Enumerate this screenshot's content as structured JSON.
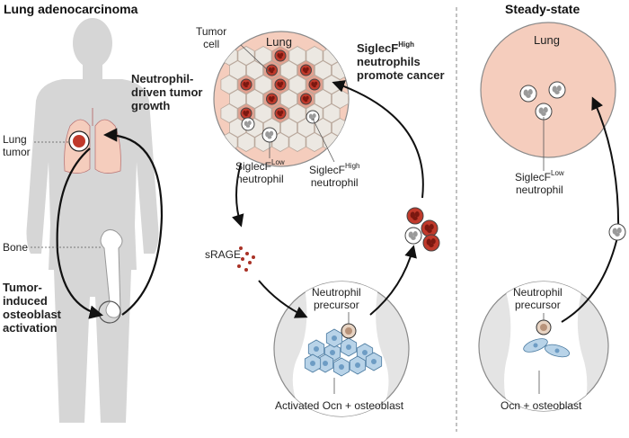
{
  "titles": {
    "left": "Lung adenocarcinoma",
    "right": "Steady-state"
  },
  "labels": {
    "lung_top": "Lung",
    "lung_right": "Lung",
    "tumor_cell": [
      "Tumor",
      "cell"
    ],
    "siglec_high_title": [
      "SiglecF",
      "High",
      "neutrophils",
      "promote cancer"
    ],
    "neutrophil_driven": [
      "Neutrophil-",
      "driven tumor",
      "growth"
    ],
    "lung_tumor": [
      "Lung",
      "tumor"
    ],
    "bone": "Bone",
    "tumor_induced": [
      "Tumor-",
      "induced",
      "osteoblast",
      "activation"
    ],
    "siglec_low_left": [
      "SiglecF",
      "Low",
      "neutrophil"
    ],
    "siglec_high_left": [
      "SiglecF",
      "High",
      "neutrophil"
    ],
    "srage": "sRAGE",
    "neutrophil_precursor_left": [
      "Neutrophil",
      "precursor"
    ],
    "activated_ocn": "Activated Ocn + osteoblast",
    "siglec_low_right": [
      "SiglecF",
      "Low",
      "neutrophil"
    ],
    "neutrophil_precursor_right": [
      "Neutrophil",
      "precursor"
    ],
    "ocn_osteoblast": "Ocn + osteoblast"
  },
  "colors": {
    "body": "#d6d6d6",
    "lung_bg": "#f5cdbd",
    "lung_outline": "#8a8a8a",
    "tumor_red": "#c0392b",
    "tumor_pale": "#ece8e2",
    "bone_bg": "#e4e4e4",
    "osteoblast": "#b8d3e8",
    "arrow": "#111111",
    "divider": "#9a9a9a"
  },
  "icons": [
    "human-body-icon",
    "tumor-cell-icon",
    "neutrophil-icon",
    "osteoblast-icon",
    "bone-icon"
  ]
}
